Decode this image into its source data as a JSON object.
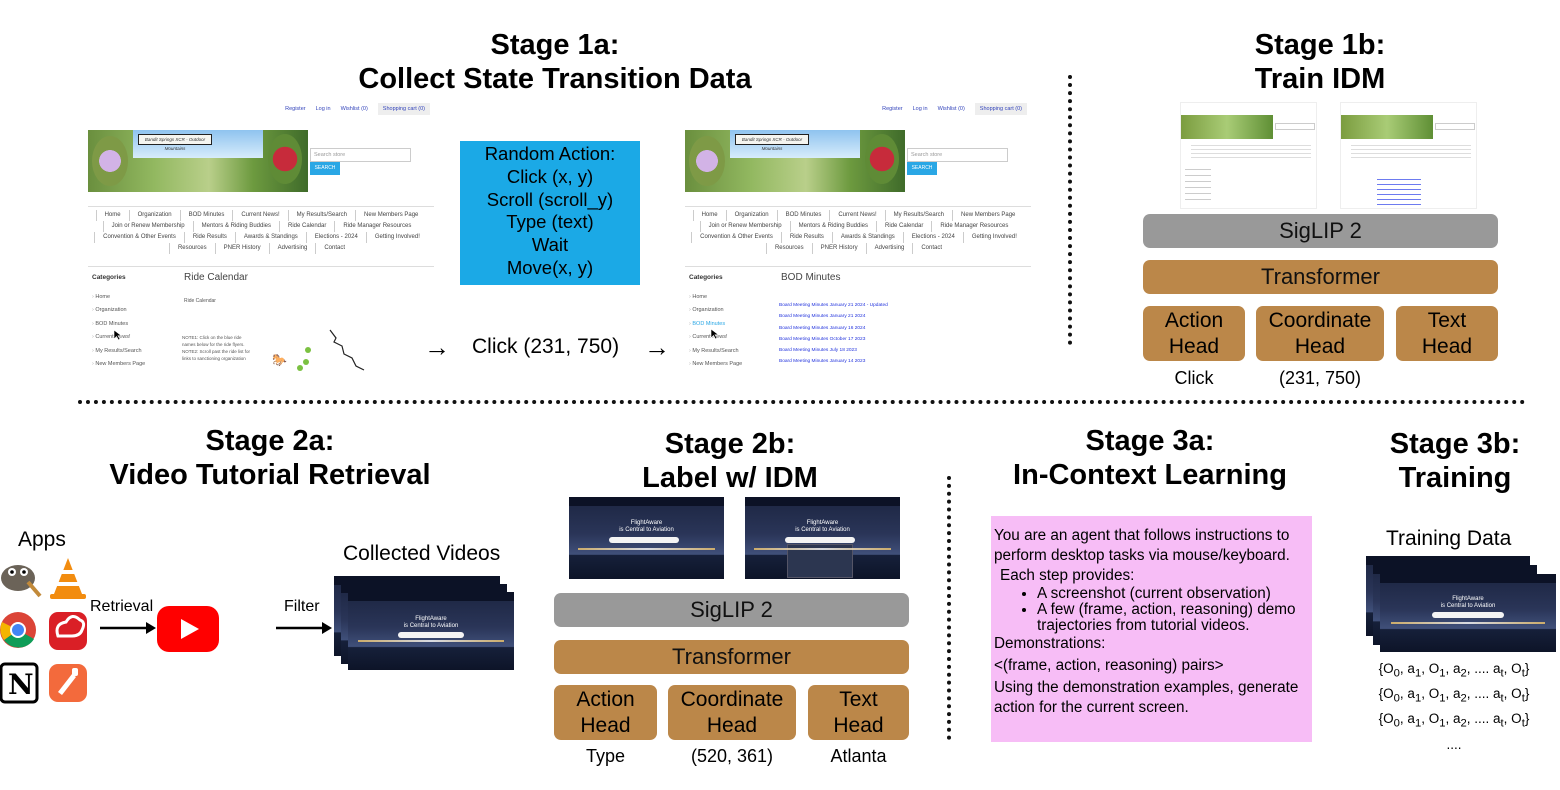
{
  "stage1a": {
    "line1": "Stage 1a:",
    "line2": "Collect State Transition Data"
  },
  "stage1b": {
    "line1": "Stage 1b:",
    "line2": "Train IDM"
  },
  "stage2a": {
    "line1": "Stage 2a:",
    "line2": "Video Tutorial Retrieval"
  },
  "stage2b": {
    "line1": "Stage 2b:",
    "line2": "Label w/ IDM"
  },
  "stage3a": {
    "line1": "Stage 3a:",
    "line2": "In-Context Learning"
  },
  "stage3b": {
    "line1": "Stage 3b:",
    "line2": "Training"
  },
  "site": {
    "top": [
      "Register",
      "Log in",
      "Wishlist (0)",
      "Shopping cart (0)"
    ],
    "search_placeholder": "Search store",
    "search_button": "SEARCH",
    "banner_plate": "Bandit Springs XCR - Outdoor Mountains",
    "nav_rows": [
      [
        "Home",
        "Organization",
        "BOD Minutes",
        "Current News!",
        "My Results/Search",
        "New Members Page"
      ],
      [
        "Join or Renew Membership",
        "Mentors & Riding Buddies",
        "Ride Calendar",
        "Ride Manager Resources"
      ],
      [
        "Convention & Other Events",
        "Ride Results",
        "Awards & Standings",
        "Elections - 2024",
        "Getting Involved!"
      ],
      [
        "Resources",
        "PNER History",
        "Advertising",
        "Contact"
      ]
    ],
    "categories": "Categories",
    "cat_items": [
      "Home",
      "Organization",
      "BOD Minutes",
      "Current News!",
      "My Results/Search",
      "New Members Page"
    ],
    "left_heading": "Ride Calendar",
    "left_sub": "Ride Calendar",
    "left_note1": "NOTE1: Click on the blue ride names below for the ride flyers.",
    "left_note2": "NOTE2: Scroll past the ride list for links to sanctioning organization",
    "right_heading": "BOD Minutes",
    "right_links": [
      "Board Meeting Minutes January 21 2024 - Updated",
      "Board Meeting Minutes January 21 2024",
      "Board Meeting Minutes January 16 2024",
      "Board Meeting Minutes October 17 2023",
      "Board Meeting Minutes July 18 2023",
      "Board Meeting Minutes January 14 2023"
    ]
  },
  "action_box": [
    "Random Action:",
    "Click (x, y)",
    "Scroll (scroll_y)",
    "Type (text)",
    "Wait",
    "Move(x, y)"
  ],
  "transition_label": "Click (231, 750)",
  "arrow_glyph": "→",
  "idm1": {
    "encoder": "SigLIP 2",
    "transformer": "Transformer",
    "heads": [
      "Action\nHead",
      "Coordinate\nHead",
      "Text\nHead"
    ],
    "outputs": [
      "Click",
      "(231, 750)",
      ""
    ]
  },
  "idm2": {
    "encoder": "SigLIP 2",
    "transformer": "Transformer",
    "heads": [
      "Action\nHead",
      "Coordinate\nHead",
      "Text\nHead"
    ],
    "outputs": [
      "Type",
      "(520, 361)",
      "Atlanta"
    ]
  },
  "apps_label": "Apps",
  "retrieval_label": "Retrieval",
  "filter_label": "Filter",
  "collected_videos": "Collected Videos",
  "flight_title": "FlightAware",
  "flight_sub": "is Central to Aviation",
  "icl": {
    "intro": "You are an agent that follows instructions to perform desktop tasks via mouse/keyboard.",
    "steps_label": "Each step provides:",
    "bullets": [
      "A screenshot (current observation)",
      "A few (frame, action, reasoning) demo trajectories from tutorial videos."
    ],
    "demos_label": "Demonstrations:",
    "pairs": "<(frame, action, reasoning) pairs>",
    "closing": "Using the demonstration examples, generate action for the current screen."
  },
  "training_data": "Training Data",
  "sequence_rows": 3,
  "ellipsis": "....",
  "colors": {
    "action_box": "#1ba9e6",
    "siglip": "#999999",
    "transformer": "#bb8749",
    "icl_box": "#f7bdf6",
    "youtube": "#ff0000"
  },
  "icons": [
    "gimp-icon",
    "vlc-icon",
    "chrome-icon",
    "creative-cloud-icon",
    "notion-icon",
    "garageband-icon",
    "youtube-icon"
  ]
}
